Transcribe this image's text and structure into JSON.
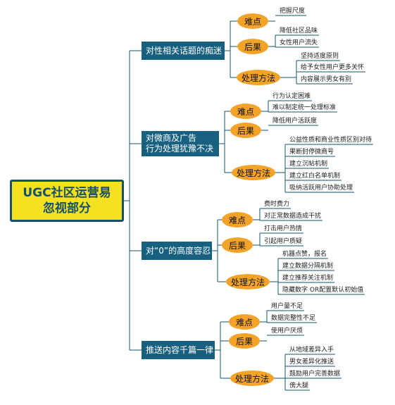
{
  "root": {
    "line1": "UGC社区运营易",
    "line2": "忽视部分"
  },
  "topics": [
    {
      "label": [
        "对性相关话题的痴迷"
      ],
      "groups": [
        {
          "label": "难点",
          "items": [
            "把握尺度"
          ]
        },
        {
          "label": "后果",
          "items": [
            "降低社区品味",
            "女性用户流失"
          ]
        },
        {
          "label": "处理方法",
          "items": [
            "坚持适度原则",
            "给予女性用户更多关怀",
            "内容展示男女有别"
          ]
        }
      ]
    },
    {
      "label": [
        "对微商及广告",
        "行为处理犹豫不决"
      ],
      "groups": [
        {
          "label": "难点",
          "items": [
            "行为认定困难",
            "难以制定统一处理标准"
          ]
        },
        {
          "label": "后果",
          "items": [
            "降低用户活跃度"
          ]
        },
        {
          "label": "处理方法",
          "items": [
            "公益性质和商业性质区别对待",
            "果断封停微商号",
            "建立沉帖机制",
            "建立红白名单机制",
            "吸纳活跃用户协助处理"
          ]
        }
      ]
    },
    {
      "label": [
        "对“0”的高度容忍"
      ],
      "groups": [
        {
          "label": "难点",
          "items": [
            "费时费力",
            "对正常数据造成干扰"
          ]
        },
        {
          "label": "后果",
          "items": [
            "打击用户热情",
            "引起用户质疑"
          ]
        },
        {
          "label": "处理方法",
          "items": [
            "机器点赞，报名",
            "建立数据分隔机制",
            "建立推荐关注机制",
            "隐藏数字 OR配置默认初始值"
          ]
        }
      ]
    },
    {
      "label": [
        "推送内容千篇一律"
      ],
      "groups": [
        {
          "label": "难点",
          "items": [
            "用户量不足",
            "数据完整性不足"
          ]
        },
        {
          "label": "后果",
          "items": [
            "使用户厌烦"
          ]
        },
        {
          "label": "处理方法",
          "items": [
            "从地域差异入手",
            "男女差异化推送",
            "鼓励用户完善数据",
            "傍大腿"
          ]
        }
      ]
    }
  ],
  "colors": {
    "line": "#17506b",
    "topic_bg": "#176080",
    "pill_bg": "#f3a328",
    "root_bg": "#f4e11f"
  }
}
